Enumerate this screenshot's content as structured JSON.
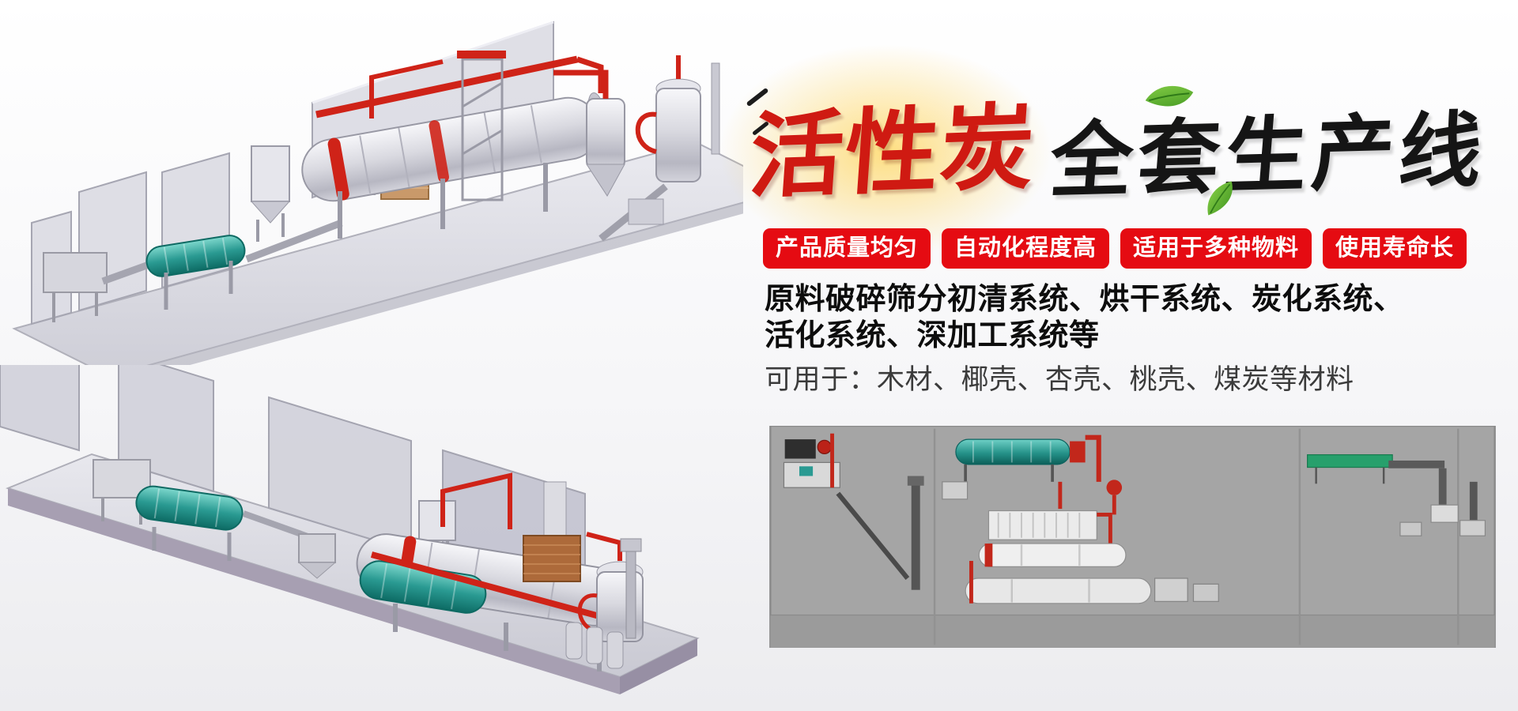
{
  "banner": {
    "title": {
      "highlight": "活性炭",
      "rest": "全套生产线"
    },
    "badges": [
      "产品质量均匀",
      "自动化程度高",
      "适用于多种物料",
      "使用寿命长"
    ],
    "description": {
      "line1": "原料破碎筛分初清系统、烘干系统、炭化系统、",
      "line2": "活化系统、深加工系统等"
    },
    "materials": "可用于：木材、椰壳、杏壳、桃壳、煤炭等材料",
    "icons": [
      "leaf-icon",
      "brush-stroke-icon"
    ],
    "colors": {
      "badge_red": "#e50b12",
      "title_red": "#cf1a12",
      "title_black": "#151515",
      "pipe_red": "#cf2318",
      "machine_teal": "#2a9a92",
      "panorama_gray": "#a5a5a5"
    }
  }
}
